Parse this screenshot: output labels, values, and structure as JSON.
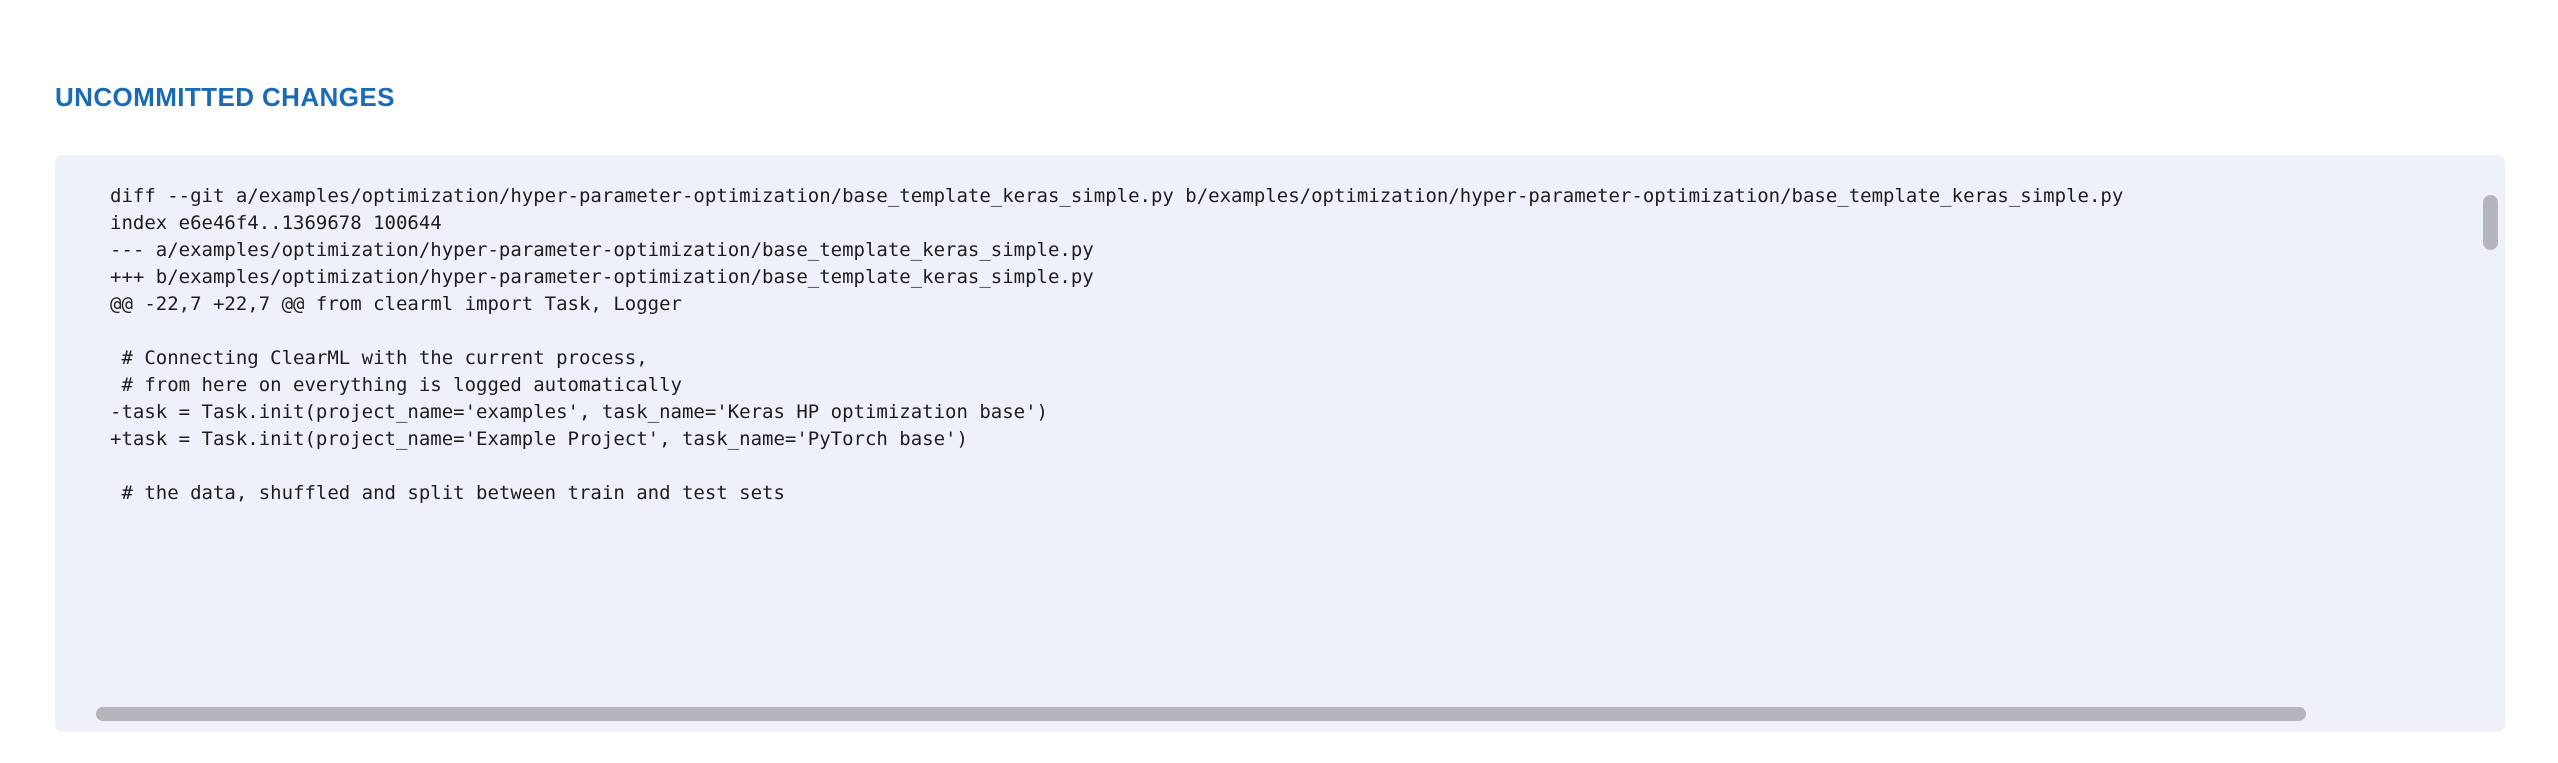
{
  "section": {
    "title": "UNCOMMITTED CHANGES",
    "title_color": "#1a6bb5"
  },
  "panel": {
    "background_color": "#eef1fa",
    "text_color": "#1d1d1d",
    "scrollbar_thumb_color": "#b5b5bb"
  },
  "diff": {
    "lines": [
      "diff --git a/examples/optimization/hyper-parameter-optimization/base_template_keras_simple.py b/examples/optimization/hyper-parameter-optimization/base_template_keras_simple.py",
      "index e6e46f4..1369678 100644",
      "--- a/examples/optimization/hyper-parameter-optimization/base_template_keras_simple.py",
      "+++ b/examples/optimization/hyper-parameter-optimization/base_template_keras_simple.py",
      "@@ -22,7 +22,7 @@ from clearml import Task, Logger",
      "",
      " # Connecting ClearML with the current process,",
      " # from here on everything is logged automatically",
      "-task = Task.init(project_name='examples', task_name='Keras HP optimization base')",
      "+task = Task.init(project_name='Example Project', task_name='PyTorch base')",
      "",
      " # the data, shuffled and split between train and test sets"
    ]
  },
  "scrollbars": {
    "vertical_label": "vertical-scrollbar",
    "horizontal_label": "horizontal-scrollbar"
  }
}
